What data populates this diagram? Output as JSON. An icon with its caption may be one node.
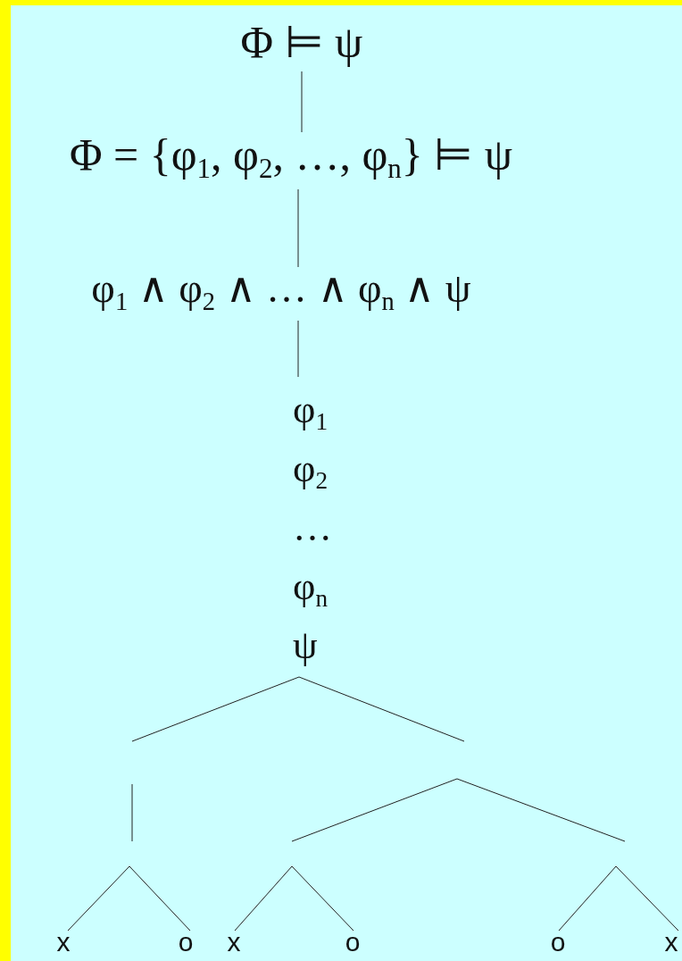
{
  "diagram": {
    "nodes": [
      {
        "text": [
          "Φ ⊨ ψ"
        ]
      },
      {
        "text": [
          "Φ = {φ$_{1}$, φ$_{2}$, …, φ$_{n}$} ⊨ ψ"
        ]
      },
      {
        "text": [
          "φ$_{1}$ ∧ φ$_{2}$ ∧ … ∧ φ$_{n}$ ∧ ψ"
        ]
      },
      {
        "text": [
          "φ$_{1}$",
          "φ$_{2}$",
          "…",
          "φ$_{n}$",
          "ψ"
        ]
      },
      {
        "text": [
          "x"
        ]
      },
      {
        "text": [
          "o"
        ]
      },
      {
        "text": [
          "x"
        ]
      },
      {
        "text": [
          "o"
        ]
      },
      {
        "text": [
          "o"
        ]
      },
      {
        "text": [
          "x"
        ]
      }
    ],
    "edges": [
      {
        "from": 0,
        "to": 1,
        "arrow": "none"
      },
      {
        "from": 1,
        "to": 2,
        "arrow": "none"
      },
      {
        "from": 2,
        "to": 3,
        "arrow": "none"
      },
      {
        "from": 3,
        "to": null,
        "arrow": "none"
      },
      {
        "from": 3,
        "to": null,
        "arrow": "none"
      },
      {
        "from": null,
        "to": 4,
        "arrow": "none"
      },
      {
        "from": null,
        "to": 5,
        "arrow": "none"
      },
      {
        "from": null,
        "to": 6,
        "arrow": "none"
      },
      {
        "from": null,
        "to": 7,
        "arrow": "none"
      },
      {
        "from": null,
        "to": 8,
        "arrow": "none"
      },
      {
        "from": null,
        "to": 9,
        "arrow": "none"
      }
    ]
  }
}
